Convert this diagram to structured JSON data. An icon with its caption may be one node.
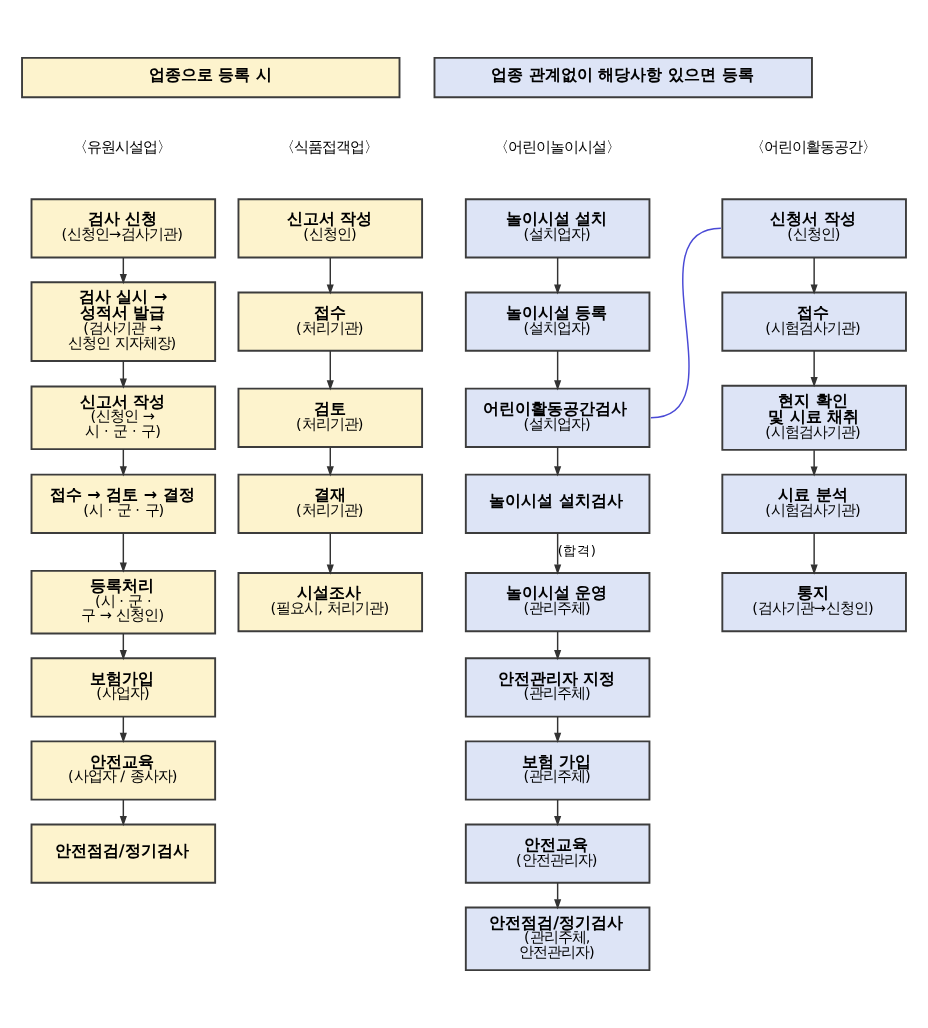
{
  "diagram": {
    "nodes": [
      {
        "text": [
          "업종으로 등록 시"
        ]
      },
      {
        "text": [
          "업종 관계없이 해당사항 있으면 등록"
        ]
      },
      {
        "text": [
          "검사 신청",
          "(신청인→검사기관)"
        ]
      },
      {
        "text": [
          "검사 실시 → 성적서 발급",
          "(검사기관 → 신청인 지자체장)"
        ]
      },
      {
        "text": [
          "신고서 작성",
          "(신청인 → 시 · 군 · 구)"
        ]
      },
      {
        "text": [
          "접수 → 검토 → 결정",
          "(시 · 군 · 구)"
        ]
      },
      {
        "text": [
          "등록처리",
          "(시 · 군 · 구 → 신청인)"
        ]
      },
      {
        "text": [
          "보험가입",
          "(사업자)"
        ]
      },
      {
        "text": [
          "안전교육",
          "(사업자 / 종사자)"
        ]
      },
      {
        "text": [
          "안전점검/정기검사"
        ]
      },
      {
        "text": [
          "신고서 작성",
          "(신청인)"
        ]
      },
      {
        "text": [
          "접수",
          "(처리기관)"
        ]
      },
      {
        "text": [
          "검토",
          "(처리기관)"
        ]
      },
      {
        "text": [
          "결재",
          "(처리기관)"
        ]
      },
      {
        "text": [
          "시설조사",
          "(필요시, 처리기관)"
        ]
      },
      {
        "text": [
          "놀이시설 설치",
          "(설치업자)"
        ]
      },
      {
        "text": [
          "놀이시설 등록",
          "(설치업자)"
        ]
      },
      {
        "text": [
          "어린이활동공간검사",
          "(설치업자)"
        ]
      },
      {
        "text": [
          "놀이시설 설치검사"
        ]
      },
      {
        "text": [
          "놀이시설 운영",
          "(관리주체)"
        ]
      },
      {
        "text": [
          "안전관리자 지정",
          "(관리주체)"
        ]
      },
      {
        "text": [
          "보험 가입",
          "(관리주체)"
        ]
      },
      {
        "text": [
          "안전교육",
          "(안전관리자)"
        ]
      },
      {
        "text": [
          "안전점검/정기검사",
          "(관리주체, 안전관리자)"
        ]
      },
      {
        "text": [
          "신청서 작성",
          "(신청인)"
        ]
      },
      {
        "text": [
          "접수",
          "(시험검사기관)"
        ]
      },
      {
        "text": [
          "현지 확인 및 시료 채취",
          "(시험검사기관)"
        ]
      },
      {
        "text": [
          "시료 분석",
          "(시험검사기관)"
        ]
      },
      {
        "text": [
          "통지",
          "(검사기관→신청인)"
        ]
      }
    ],
    "edges": [
      {
        "from": 2,
        "to": 3,
        "arrow": "to"
      },
      {
        "from": 3,
        "to": 4,
        "arrow": "to"
      },
      {
        "from": 4,
        "to": 5,
        "arrow": "to"
      },
      {
        "from": 5,
        "to": 6,
        "arrow": "to"
      },
      {
        "from": 6,
        "to": 7,
        "arrow": "to"
      },
      {
        "from": 7,
        "to": 8,
        "arrow": "to"
      },
      {
        "from": 8,
        "to": 9,
        "arrow": "to"
      },
      {
        "from": 10,
        "to": 11,
        "arrow": "to"
      },
      {
        "from": 11,
        "to": 12,
        "arrow": "to"
      },
      {
        "from": 12,
        "to": 13,
        "arrow": "to"
      },
      {
        "from": 13,
        "to": 14,
        "arrow": "to"
      },
      {
        "from": 15,
        "to": 16,
        "arrow": "to"
      },
      {
        "from": 16,
        "to": 17,
        "arrow": "to"
      },
      {
        "from": 17,
        "to": 18,
        "arrow": "to"
      },
      {
        "from": 18,
        "to": 19,
        "arrow": "to",
        "label": "(합격)"
      },
      {
        "from": 19,
        "to": 20,
        "arrow": "to"
      },
      {
        "from": 20,
        "to": 21,
        "arrow": "to"
      },
      {
        "from": 21,
        "to": 22,
        "arrow": "to"
      },
      {
        "from": 22,
        "to": 23,
        "arrow": "to"
      },
      {
        "from": 24,
        "to": 25,
        "arrow": "to"
      },
      {
        "from": 25,
        "to": 26,
        "arrow": "to"
      },
      {
        "from": 26,
        "to": 27,
        "arrow": "to"
      },
      {
        "from": 27,
        "to": 28,
        "arrow": "to"
      },
      {
        "from": 17,
        "to": 24,
        "arrow": "none",
        "color": "#4a4ad6"
      }
    ],
    "labels": [
      "〈유원시설업〉",
      "〈식품접객업〉",
      "〈어린이놀이시설〉",
      "〈어린이활동공간〉"
    ]
  }
}
